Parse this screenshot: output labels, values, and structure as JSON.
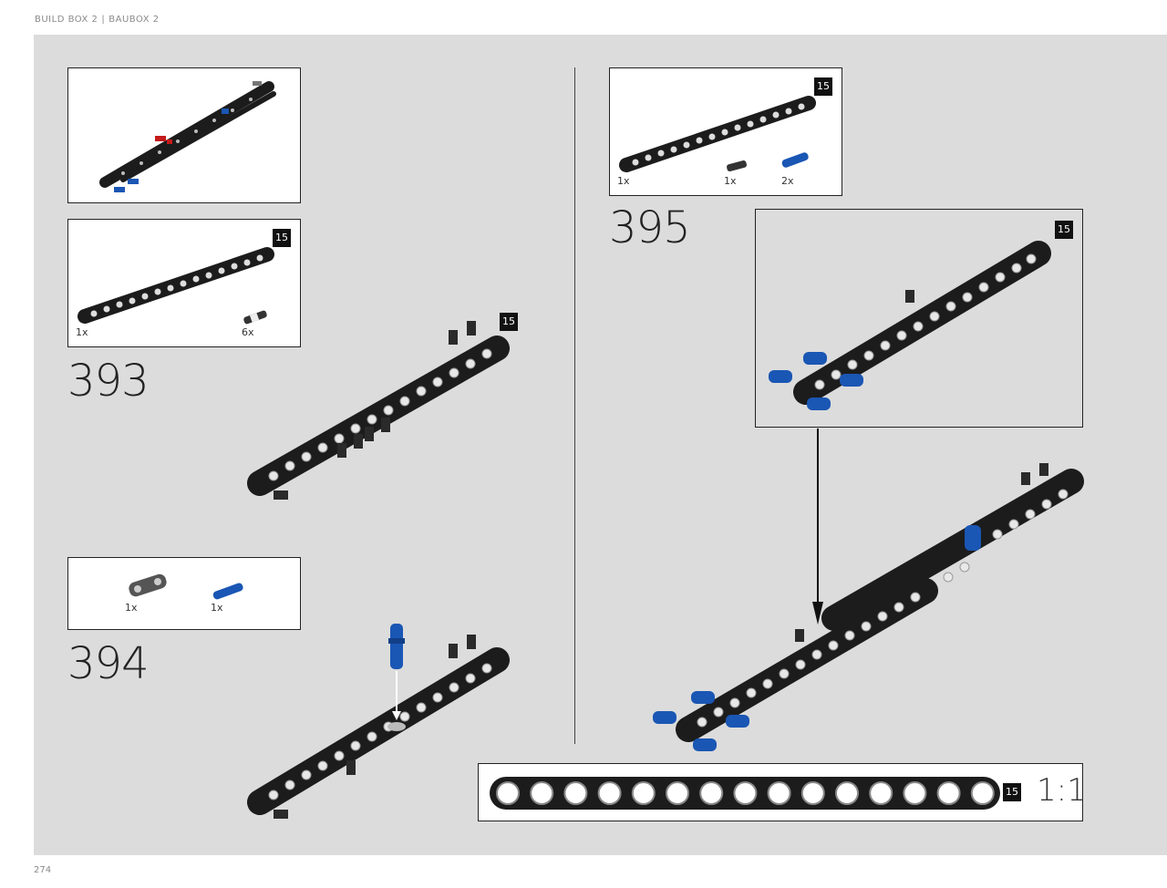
{
  "header": {
    "left": "BUILD BOX 2",
    "separator": "|",
    "right": "BAUBOX 2"
  },
  "page_number": "274",
  "steps": {
    "s393": {
      "number": "393",
      "badge": "15",
      "parts": [
        {
          "qty": "1x"
        },
        {
          "qty": "6x"
        }
      ]
    },
    "s394": {
      "number": "394",
      "parts": [
        {
          "qty": "1x"
        },
        {
          "qty": "1x"
        }
      ]
    },
    "s395": {
      "number": "395",
      "badge": "15",
      "callout_badge": "15",
      "parts": [
        {
          "qty": "1x"
        },
        {
          "qty": "1x"
        },
        {
          "qty": "2x"
        }
      ]
    }
  },
  "model_badge": "15",
  "scale_ruler": {
    "badge": "15",
    "label": "1:1",
    "holes": 15
  },
  "colors": {
    "beam": "#1c1c1c",
    "blue_pin": "#1a56b4",
    "red_pin": "#c41a1a",
    "page_bg": "#dcdcdc"
  }
}
